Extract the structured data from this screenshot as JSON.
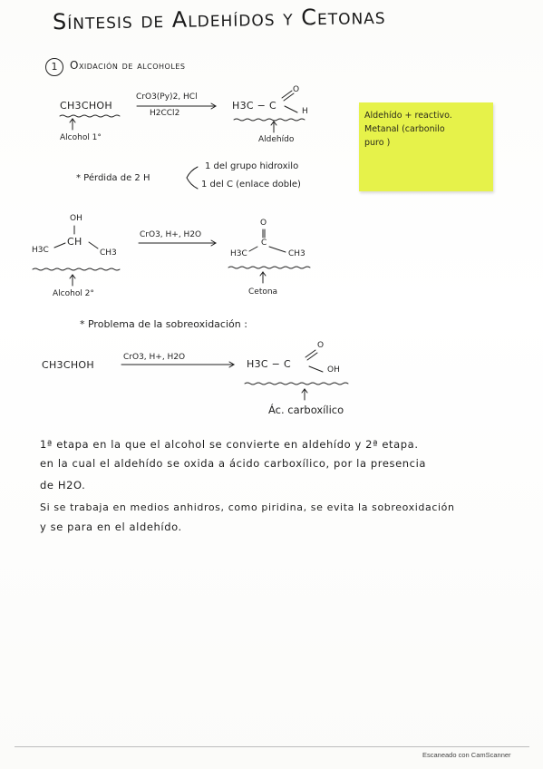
{
  "title": "Síntesis de Aldehídos y Cetonas",
  "section1": {
    "number": "1",
    "title": "Oxidación de alcoholes"
  },
  "reaction1": {
    "reactant": "CH3CHOH",
    "reactant_label": "Alcohol 1°",
    "reagent_top": "CrO3(Py)2, HCl",
    "reagent_bottom": "H2CCl2",
    "product_left": "H3C − C",
    "product_o": "O",
    "product_h": "H",
    "product_label": "Aldehído"
  },
  "note": {
    "lines": [
      "Aldehído + reactivo.",
      "Metanal (carbonilo",
      "puro )"
    ]
  },
  "loss": {
    "prefix": "* Pérdida de 2 H",
    "line1": "1 del grupo hidroxilo",
    "line2": "1 del C (enlace doble)"
  },
  "reaction2": {
    "oh": "OH",
    "ch": "CH",
    "h3c": "H3C",
    "ch3": "CH3",
    "reactant_label": "Alcohol 2°",
    "reagent": "CrO3, H+, H2O",
    "product_o": "O",
    "product_c": "C",
    "product_h3c": "H3C",
    "product_ch3": "CH3",
    "product_label": "Cetona"
  },
  "problem": {
    "heading": "* Problema de la sobreoxidación :"
  },
  "reaction3": {
    "reactant": "CH3CHOH",
    "reagent": "CrO3, H+, H2O",
    "product_left": "H3C − C",
    "product_o": "O",
    "product_oh": "OH",
    "product_label": "Ác. carboxílico"
  },
  "paragraph": {
    "lines": [
      "1ª etapa en la que el alcohol se convierte en aldehído y 2ª etapa.",
      "en la cual el aldehído se oxida a ácido carboxílico, por la presencia",
      "de H2O.",
      "Si se trabaja en medios anhidros, como piridina, se evita la sobreoxidación",
      "y se para en el aldehído."
    ]
  },
  "footer": "Escaneado con CamScanner"
}
